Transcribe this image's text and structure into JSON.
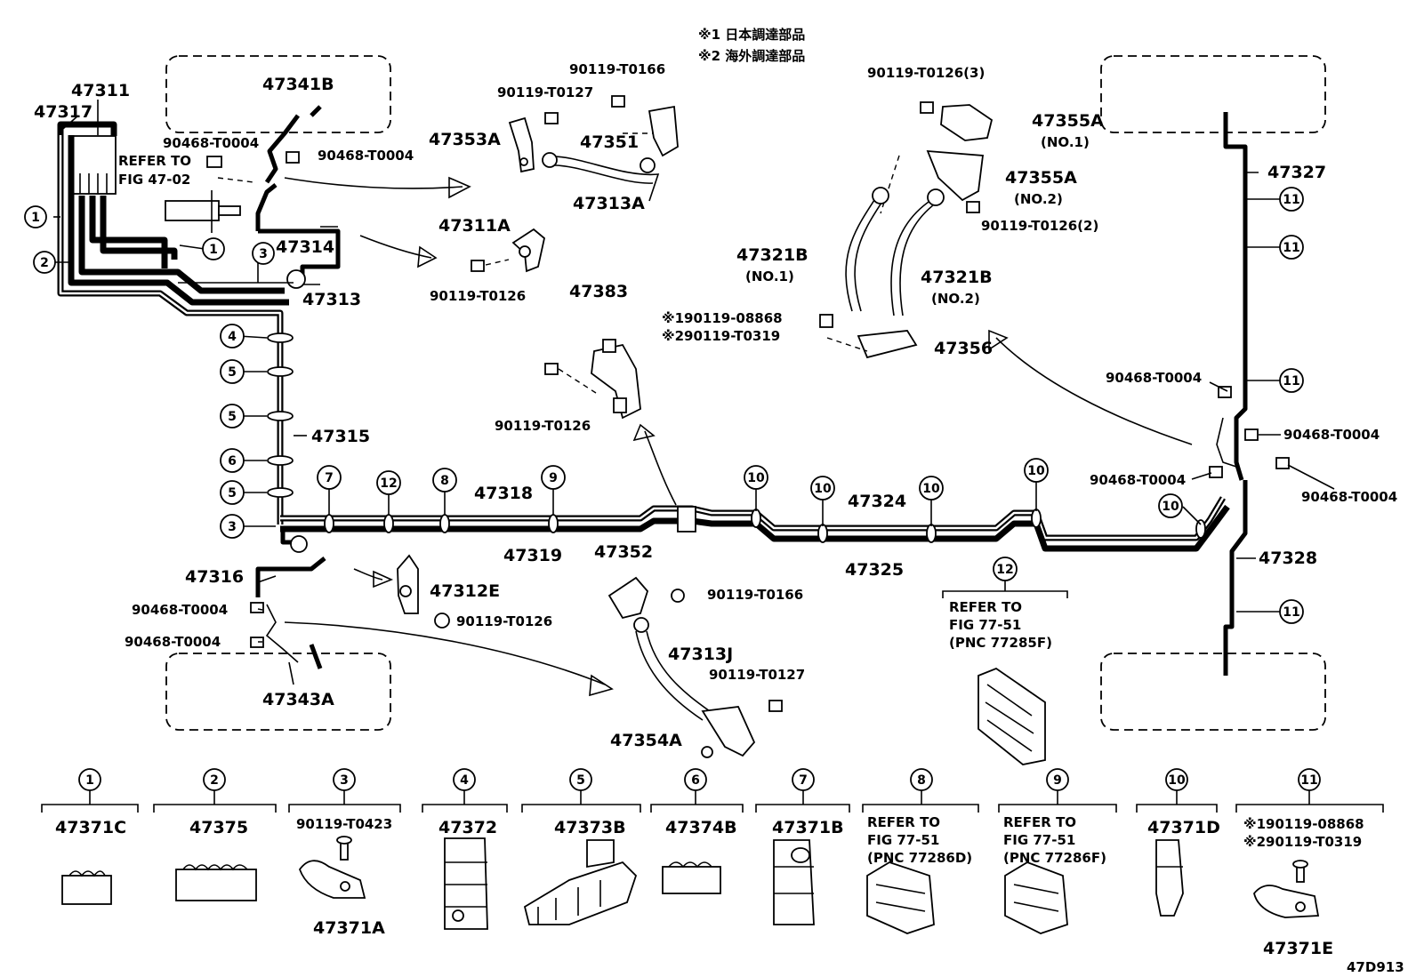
{
  "notes": {
    "note1": "※1 日本調達部品",
    "note2": "※2 海外調達部品"
  },
  "fig_code": "47D913",
  "labels": {
    "p47311": "47311",
    "p47317": "47317",
    "p47341B": "47341B",
    "refer_to": "REFER TO",
    "fig4702": "FIG 47-02",
    "p90468_a": "90468-T0004",
    "p90468_b": "90468-T0004",
    "p47314": "47314",
    "p47313": "47313",
    "p47353A": "47353A",
    "p90119_T0127_a": "90119-T0127",
    "p90119_T0166_a": "90119-T0166",
    "p47351": "47351",
    "p47313A": "47313A",
    "p47311A": "47311A",
    "p90119_T0126_a": "90119-T0126",
    "p47383": "47383",
    "p90119_T0126_b": "90119-T0126",
    "p90119_T0126_3": "90119-T0126(3)",
    "p47355A_1": "47355A",
    "no1_a": "(NO.1)",
    "p47355A_2": "47355A",
    "no2_a": "(NO.2)",
    "p90119_T0126_2": "90119-T0126(2)",
    "p47321B_1": "47321B",
    "no1_b": "(NO.1)",
    "p47321B_2": "47321B",
    "no2_b": "(NO.2)",
    "p90119_08868": "※190119-08868",
    "p90119_T0319": "※290119-T0319",
    "p47356": "47356",
    "p47327": "47327",
    "p90468_c": "90468-T0004",
    "p90468_d": "90468-T0004",
    "p90468_e": "90468-T0004",
    "p90468_f": "90468-T0004",
    "p47315": "47315",
    "p47318": "47318",
    "p47319": "47319",
    "p47324": "47324",
    "p47325": "47325",
    "p47328": "47328",
    "p47316": "47316",
    "p90468_g": "90468-T0004",
    "p90468_h": "90468-T0004",
    "p47312E": "47312E",
    "p90119_T0126_c": "90119-T0126",
    "p47352": "47352",
    "p90119_T0166_b": "90119-T0166",
    "p47313J": "47313J",
    "p90119_T0127_b": "90119-T0127",
    "p47354A": "47354A",
    "p47343A": "47343A",
    "refer_to_77": "REFER TO",
    "fig7751": "FIG 77-51",
    "pnc77285F": "(PNC 77285F)"
  },
  "bubbles": {
    "b1a": "1",
    "b1b": "1",
    "b2": "2",
    "b3a": "3",
    "b3b": "3",
    "b4": "4",
    "b5a": "5",
    "b5b": "5",
    "b5c": "5",
    "b6": "6",
    "b7": "7",
    "b12a": "12",
    "b8": "8",
    "b9": "9",
    "b10a": "10",
    "b10b": "10",
    "b10c": "10",
    "b10d": "10",
    "b10e": "10",
    "b11a": "11",
    "b11b": "11",
    "b11c": "11",
    "b11d": "11",
    "b12b": "12"
  },
  "legend": [
    {
      "num": "1",
      "part": "47371C"
    },
    {
      "num": "2",
      "part": "47375"
    },
    {
      "num": "3",
      "part": "90119-T0423",
      "sub": "47371A"
    },
    {
      "num": "4",
      "part": "47372"
    },
    {
      "num": "5",
      "part": "47373B"
    },
    {
      "num": "6",
      "part": "47374B"
    },
    {
      "num": "7",
      "part": "47371B"
    },
    {
      "num": "8",
      "ref1": "REFER TO",
      "ref2": "FIG 77-51",
      "ref3": "(PNC 77286D)"
    },
    {
      "num": "9",
      "ref1": "REFER TO",
      "ref2": "FIG 77-51",
      "ref3": "(PNC 77286F)"
    },
    {
      "num": "10",
      "part": "47371D"
    },
    {
      "num": "11",
      "ref1": "※190119-08868",
      "ref2": "※290119-T0319",
      "sub": "47371E"
    }
  ]
}
